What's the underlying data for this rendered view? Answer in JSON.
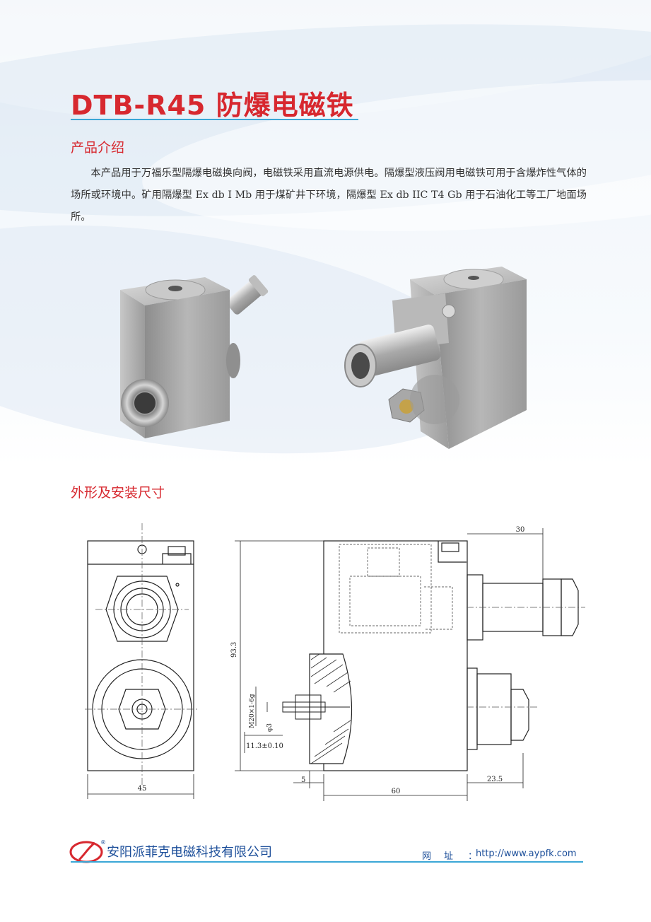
{
  "title": "DTB-R45 防爆电磁铁",
  "intro": {
    "heading": "产品介绍",
    "text": "本产品用于万福乐型隔爆电磁换向阀，电磁铁采用直流电源供电。隔爆型液压阀用电磁铁可用于含爆炸性气体的场所或环境中。矿用隔爆型 Ex db I Mb 用于煤矿井下环境，隔爆型 Ex db IIC T4 Gb 用于石油化工等工厂地面场所。"
  },
  "dimensions": {
    "heading": "外形及安装尺寸",
    "labels": {
      "front_width": "45",
      "height": "93.3",
      "thread": "M20×1-6g",
      "pin_dia": "φ3",
      "pin_len": "11.3±0.10",
      "offset": "5",
      "body_len": "60",
      "nut_len": "23.5",
      "connector_len": "30"
    }
  },
  "footer": {
    "logo_mark": "®",
    "company": "安阳派菲克电磁科技有限公司",
    "website_label": "网址",
    "website_colon": "：",
    "website_url": "http://www.aypfk.com"
  },
  "colors": {
    "accent_red": "#d7282f",
    "rule_blue": "#3aa7d6",
    "footer_blue": "#1d4f9a"
  }
}
